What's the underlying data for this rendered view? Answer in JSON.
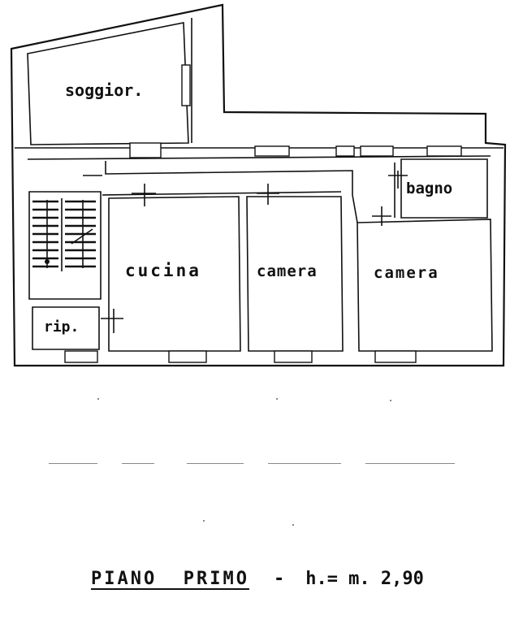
{
  "rooms": {
    "soggiorno": "soggior.",
    "bagno": "bagno",
    "cucina": "cucina",
    "camera_1": "camera",
    "camera_2": "camera",
    "ripostiglio": "rip."
  },
  "caption": {
    "floor_label": "PIANO  PRIMO",
    "separator": "-",
    "height_label": "h.= m. 2,90"
  },
  "colors": {
    "ink": "#111111",
    "paper": "#ffffff"
  }
}
